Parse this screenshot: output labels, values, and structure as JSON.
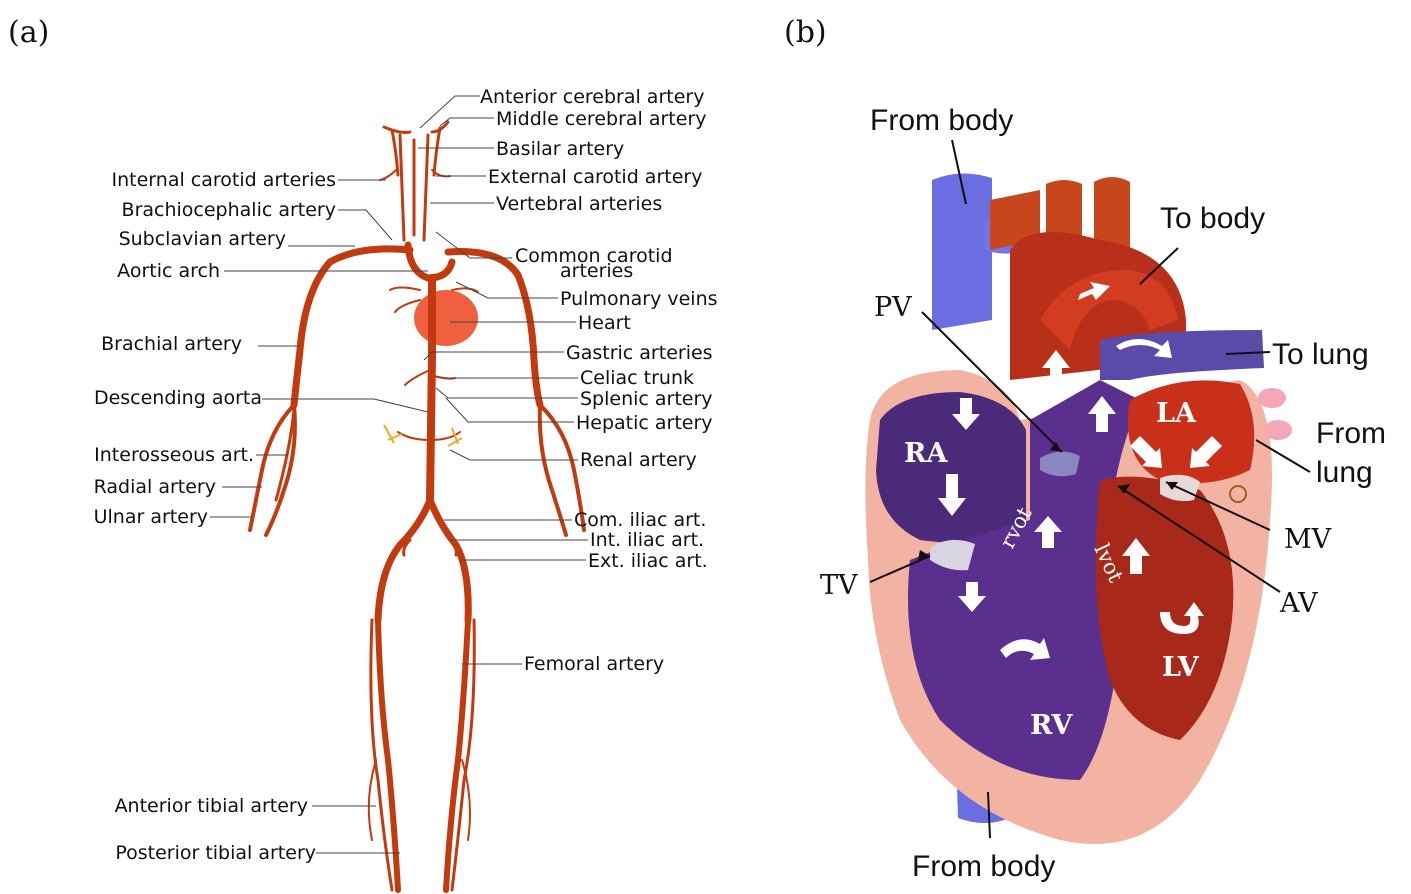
{
  "panels": {
    "a": "(a)",
    "b": "(b)"
  },
  "arteries_left": {
    "internal_carotid": "Internal carotid arteries",
    "brachiocephalic": "Brachiocephalic artery",
    "subclavian": "Subclavian artery",
    "aortic_arch": "Aortic arch",
    "brachial": "Brachial artery",
    "descending_aorta": "Descending aorta",
    "interosseous": "Interosseous art.",
    "radial": "Radial artery",
    "ulnar": "Ulnar artery",
    "anterior_tibial": "Anterior tibial artery",
    "posterior_tibial": "Posterior tibial artery"
  },
  "arteries_right": {
    "anterior_cerebral": "Anterior cerebral artery",
    "middle_cerebral": "Middle cerebral artery",
    "basilar": "Basilar artery",
    "external_carotid": "External carotid artery",
    "vertebral": "Vertebral arteries",
    "common_carotid_1": "Common carotid",
    "common_carotid_2": "arteries",
    "pulmonary_veins": "Pulmonary veins",
    "heart": "Heart",
    "gastric": "Gastric arteries",
    "celiac": "Celiac trunk",
    "splenic": "Splenic artery",
    "hepatic": "Hepatic artery",
    "renal": "Renal artery",
    "com_iliac": "Com. iliac art.",
    "int_iliac": "Int. iliac art.",
    "ext_iliac": "Ext. iliac art.",
    "femoral": "Femoral artery"
  },
  "heart": {
    "from_body_top": "From body",
    "to_body": "To body",
    "to_lung": "To lung",
    "from_lung_1": "From",
    "from_lung_2": "lung",
    "from_body_bottom": "From body",
    "pv": "PV",
    "tv": "TV",
    "mv": "MV",
    "av": "AV",
    "ra": "RA",
    "la": "LA",
    "rv": "RV",
    "lv": "LV",
    "rvot": "rvot",
    "lvot": "lvot"
  },
  "colors": {
    "artery": "#c23a0e",
    "heart_organ": "#f0603e",
    "vein_blue": "#6a6ee0",
    "right_heart_purple": "#5b2f8e",
    "left_heart_red": "#c8301a",
    "myocardium_pink": "#f2b3a3"
  }
}
